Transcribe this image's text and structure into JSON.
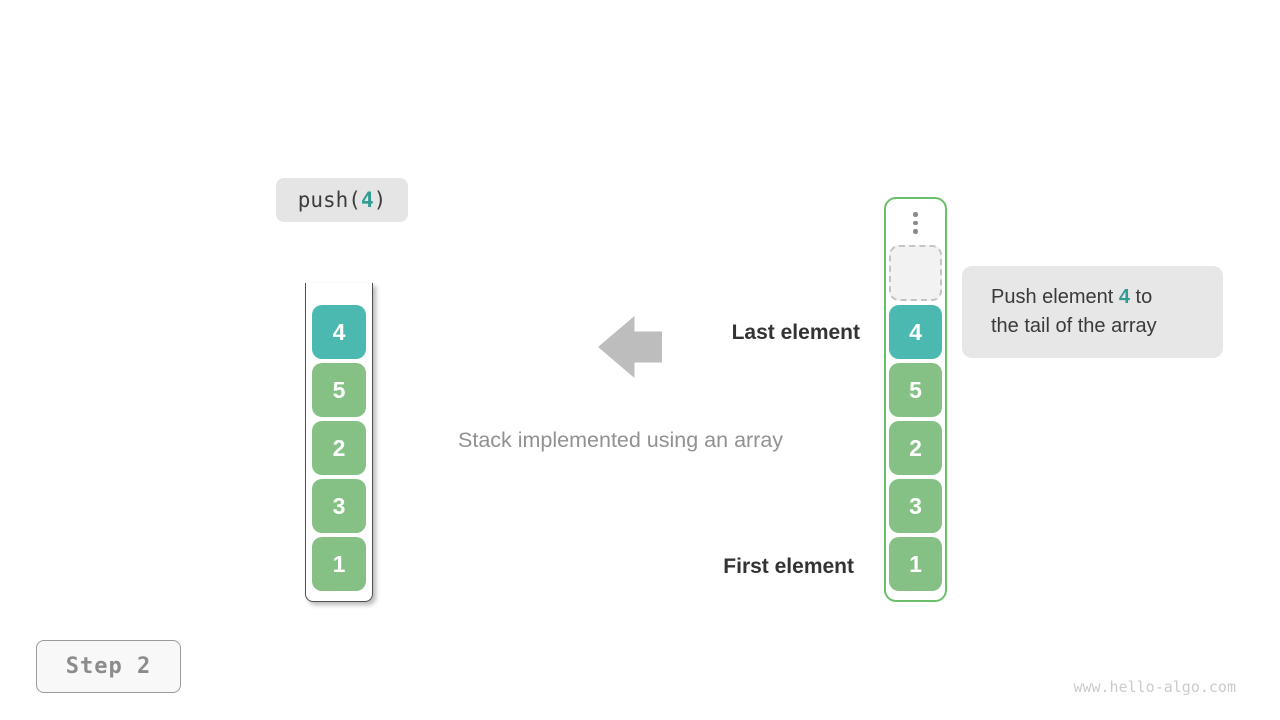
{
  "push_label": {
    "prefix": "push(",
    "arg": "4",
    "suffix": ")"
  },
  "left_stack": {
    "values": [
      "4",
      "5",
      "2",
      "3",
      "1"
    ],
    "highlight_index": 0
  },
  "right_stack": {
    "has_ellipsis": true,
    "has_empty_slot": true,
    "values": [
      "4",
      "5",
      "2",
      "3",
      "1"
    ],
    "highlight_index": 0
  },
  "labels": {
    "last_element": "Last element",
    "first_element": "First element",
    "caption": "Stack implemented using an array"
  },
  "tooltip": {
    "line1_prefix": "Push element ",
    "highlight": "4",
    "line1_suffix": " to",
    "line2": "the tail of the array"
  },
  "step_badge": "Step 2",
  "watermark": "www.hello-algo.com",
  "colors": {
    "highlight_box": "#4cb9b0",
    "normal_box": "#85c185",
    "container_border_green": "#6abf6b",
    "accent_text_teal": "#339c92",
    "bubble_gray": "#e7e7e7",
    "arrow_gray": "#bdbdbd"
  }
}
